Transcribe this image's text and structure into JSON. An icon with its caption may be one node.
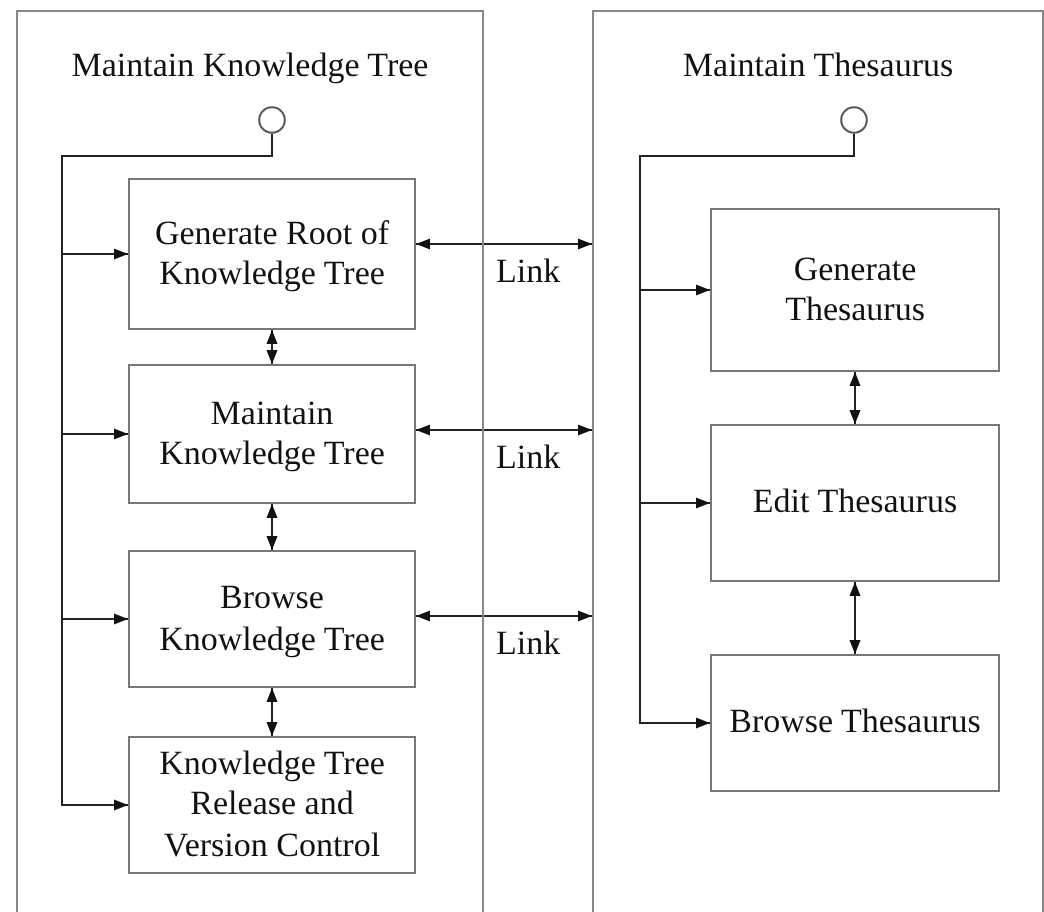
{
  "diagram": {
    "nodes": [
      {
        "text": [
          "Maintain Knowledge Tree"
        ]
      },
      {
        "text": [],
        "shape": "circle",
        "in": 0
      },
      {
        "text": [
          "Generate Root of Knowledge Tree"
        ],
        "in": 0
      },
      {
        "text": [
          "Maintain Knowledge Tree"
        ],
        "in": 0
      },
      {
        "text": [
          "Browse Knowledge Tree"
        ],
        "in": 0
      },
      {
        "text": [
          "Knowledge Tree Release and Version Control"
        ],
        "in": 0
      },
      {
        "text": [
          "Maintain Thesaurus"
        ]
      },
      {
        "text": [],
        "shape": "circle",
        "in": 6
      },
      {
        "text": [
          "Generate Thesaurus"
        ],
        "in": 6
      },
      {
        "text": [
          "Edit Thesaurus"
        ],
        "in": 6
      },
      {
        "text": [
          "Browse Thesaurus"
        ],
        "in": 6
      }
    ],
    "edges": [
      {
        "from": 1,
        "to": 2,
        "arrow": "to"
      },
      {
        "from": 1,
        "to": 3,
        "arrow": "to"
      },
      {
        "from": 1,
        "to": 4,
        "arrow": "to"
      },
      {
        "from": 1,
        "to": 5,
        "arrow": "to"
      },
      {
        "from": 2,
        "to": 3,
        "arrow": "both"
      },
      {
        "from": 3,
        "to": 4,
        "arrow": "both"
      },
      {
        "from": 4,
        "to": 5,
        "arrow": "both"
      },
      {
        "from": 2,
        "to": 6,
        "arrow": "both",
        "label": "Link"
      },
      {
        "from": 3,
        "to": 6,
        "arrow": "both",
        "label": "Link"
      },
      {
        "from": 4,
        "to": 6,
        "arrow": "both",
        "label": "Link"
      },
      {
        "from": 7,
        "to": 8,
        "arrow": "to"
      },
      {
        "from": 7,
        "to": 9,
        "arrow": "to"
      },
      {
        "from": 7,
        "to": 10,
        "arrow": "to"
      },
      {
        "from": 8,
        "to": 9,
        "arrow": "both"
      },
      {
        "from": 9,
        "to": 10,
        "arrow": "both"
      }
    ]
  }
}
